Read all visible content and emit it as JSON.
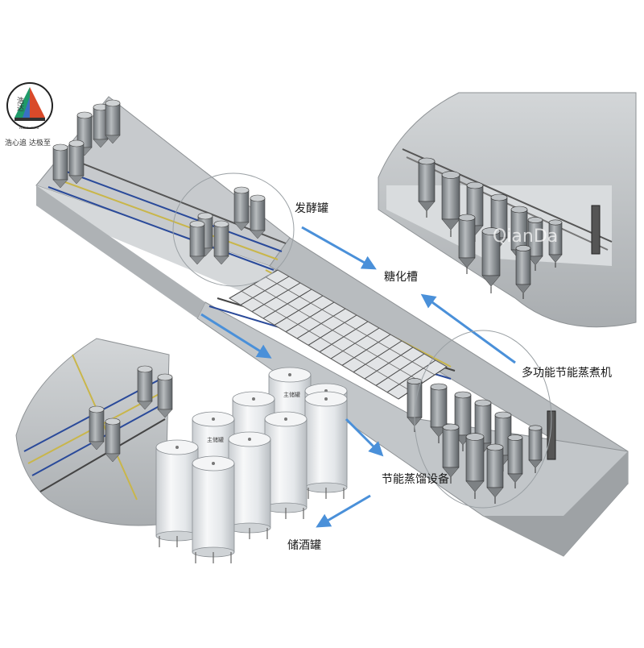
{
  "logo": {
    "name": "logo",
    "mark_text": "浩达",
    "tagline": "Haoda Tech",
    "slogan_left": "浩心追",
    "slogan_right": "达极至"
  },
  "labels": {
    "fermentation_tank": "发酵罐",
    "saccharification_tank": "糖化槽",
    "cooking_machine": "多功能节能蒸煮机",
    "distillation_equipment": "节能蒸馏设备",
    "storage_tank": "储酒罐"
  },
  "watermark": "QianDa",
  "tank_tags": [
    "主储罐",
    "主储罐"
  ],
  "colors": {
    "arrow": "#4a90d9",
    "tank": "#eef1f3",
    "room": "#bfc3c6",
    "pipe_blue": "#2a4a9a",
    "pipe_yellow": "#c9b64a"
  }
}
